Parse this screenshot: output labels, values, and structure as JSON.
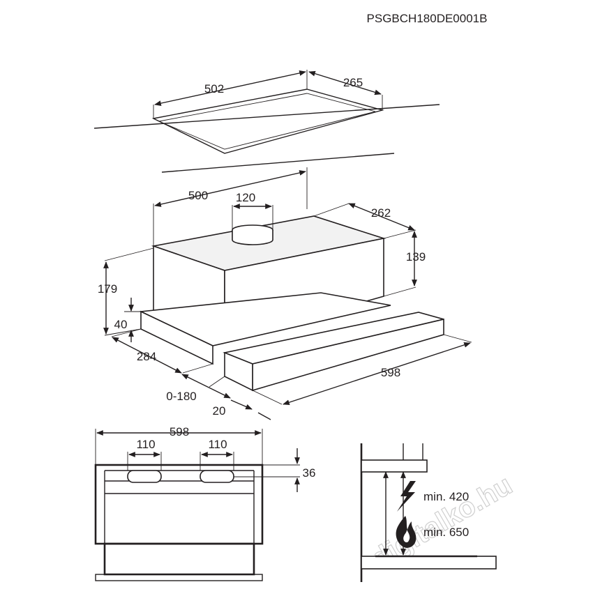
{
  "model_code": "PSGBCH180DE0001B",
  "cutout": {
    "width": "502",
    "depth": "265"
  },
  "hood": {
    "width": "500",
    "duct": "120",
    "depth": "262",
    "body_height": "139",
    "total_height": "179",
    "visor_height": "40",
    "visor_depth": "284",
    "extension": "0-180",
    "front": "20",
    "front_width": "598"
  },
  "front_view": {
    "width": "598",
    "opening_left": "110",
    "opening_right": "110",
    "opening_offset": "36"
  },
  "clearance": {
    "electric": "min. 420",
    "gas": "min. 650"
  },
  "watermark": "digitalko.hu",
  "icons": [
    "lightning-icon",
    "flame-icon"
  ]
}
